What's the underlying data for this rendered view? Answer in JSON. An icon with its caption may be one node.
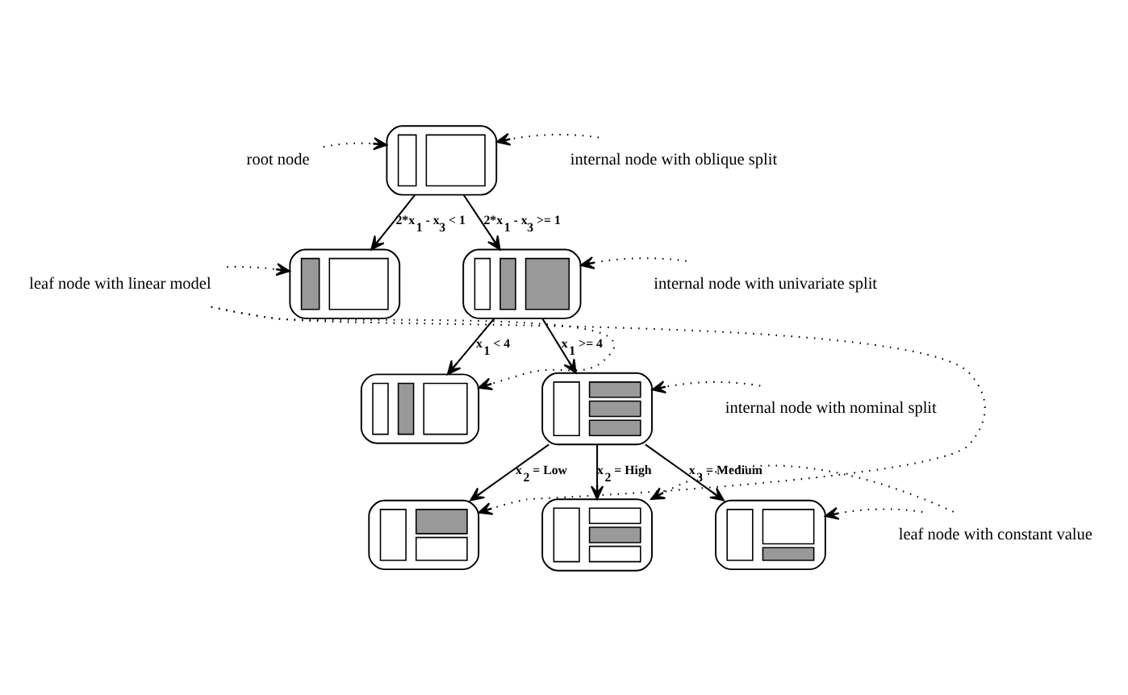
{
  "diagram": {
    "nodes": [
      {
        "text": [],
        "shape": "picture"
      },
      {
        "text": [],
        "shape": "picture"
      },
      {
        "text": [],
        "shape": "picture"
      },
      {
        "text": [],
        "shape": "picture"
      },
      {
        "text": [],
        "shape": "picture"
      },
      {
        "text": [],
        "shape": "picture"
      },
      {
        "text": [],
        "shape": "picture"
      },
      {
        "text": [],
        "shape": "picture"
      },
      {
        "text": [
          "root node"
        ]
      },
      {
        "text": [
          "internal node with oblique split"
        ]
      },
      {
        "text": [
          "leaf node with linear model"
        ]
      },
      {
        "text": [
          "internal node with univariate split"
        ]
      },
      {
        "text": [
          "internal node with nominal split"
        ]
      },
      {
        "text": [
          "leaf node with constant value"
        ]
      }
    ],
    "edges": [
      {
        "from": 0,
        "to": 1,
        "arrow": "to",
        "label": "2*x$_{1}$ - x$_{3}$ < 1"
      },
      {
        "from": 0,
        "to": 2,
        "arrow": "to",
        "label": "2*x$_{1}$ - x$_{3}$ >= 1"
      },
      {
        "from": 2,
        "to": 3,
        "arrow": "to",
        "label": "x$_{1}$ < 4"
      },
      {
        "from": 2,
        "to": 4,
        "arrow": "to",
        "label": "x$_{1}$ >= 4"
      },
      {
        "from": 4,
        "to": 5,
        "arrow": "to",
        "label": "x$_{2}$ = Low"
      },
      {
        "from": 4,
        "to": 6,
        "arrow": "to",
        "label": "x$_{2}$ = High"
      },
      {
        "from": 4,
        "to": 7,
        "arrow": "to",
        "label": "x$_{3}$ = Medium"
      },
      {
        "from": 8,
        "to": 0,
        "arrow": "to",
        "style": "dashed"
      },
      {
        "from": 9,
        "to": 0,
        "arrow": "to",
        "style": "dashed"
      },
      {
        "from": 10,
        "to": 1,
        "arrow": "to",
        "style": "dashed"
      },
      {
        "from": 10,
        "to": 3,
        "arrow": "to",
        "style": "dashed"
      },
      {
        "from": 10,
        "to": 5,
        "arrow": "to",
        "style": "dashed"
      },
      {
        "from": 11,
        "to": 2,
        "arrow": "to",
        "style": "dashed"
      },
      {
        "from": 12,
        "to": 4,
        "arrow": "to",
        "style": "dashed"
      },
      {
        "from": 13,
        "to": 6,
        "arrow": "to",
        "style": "dashed"
      },
      {
        "from": 13,
        "to": 7,
        "arrow": "to",
        "style": "dashed"
      }
    ]
  }
}
